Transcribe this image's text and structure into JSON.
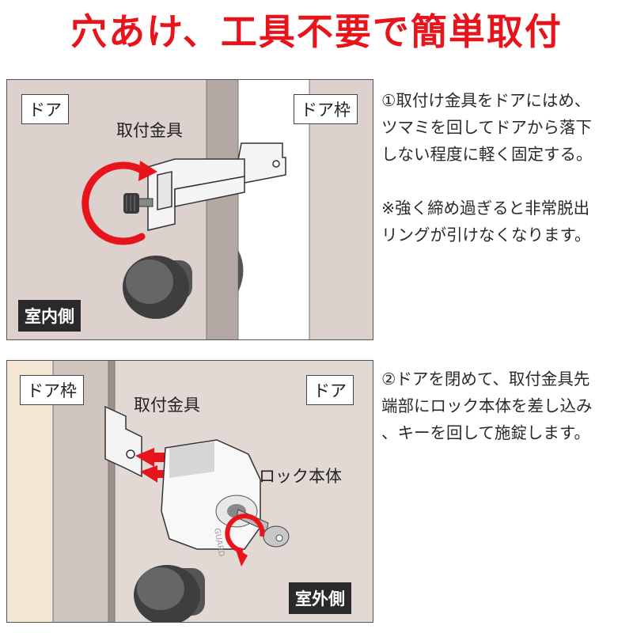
{
  "headline": "穴あけ、工具不要で簡単取付",
  "panel1": {
    "door_label": "ドア",
    "frame_label": "ドア枠",
    "bracket_label": "取付金具",
    "side_label": "室内側"
  },
  "panel2": {
    "frame_label": "ドア枠",
    "door_label": "ドア",
    "bracket_label": "取付金具",
    "lock_label": "ロック本体",
    "lock_brand": "GUARD",
    "side_label": "室外側"
  },
  "step1": {
    "lines": "①取付け金具をドアにはめ、\nツマミを回してドアから落下\nしない程度に軽く固定する。",
    "note": "※強く締め過ぎると非常脱出\nリングが引けなくなります。"
  },
  "step2": {
    "lines": "②ドアを閉めて、取付金具先\n端部にロック本体を差し込み\n、キーを回して施錠します。"
  },
  "colors": {
    "headline": "#e8141b",
    "door": "#dcd1cc",
    "frame_dark": "#b4a8a4",
    "arrow_red": "#e8141b",
    "label_box_dark": "#2a2a2a"
  }
}
